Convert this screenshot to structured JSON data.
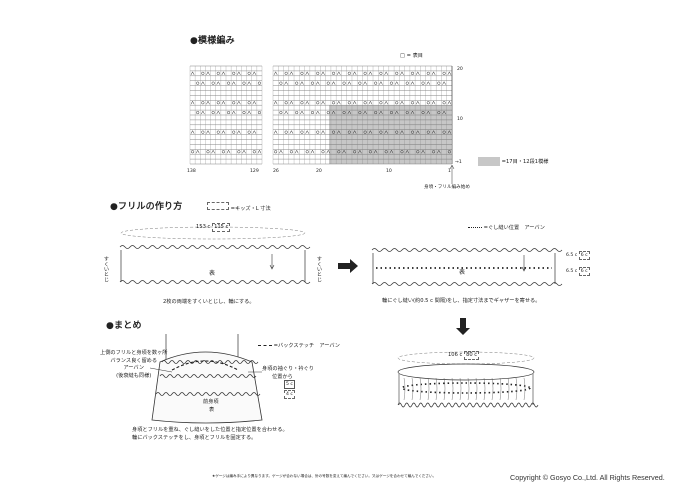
{
  "sections": {
    "pattern_title": "●模様編み",
    "frill_title": "●フリルの作り方",
    "finish_title": "●まとめ"
  },
  "chart": {
    "legend_box_symbol": "□",
    "legend_eq": "=",
    "legend_box_label": "表目",
    "legend_shaded_label": "=17目・12段1模様",
    "col_labels": [
      "138",
      "129",
      "26",
      "20",
      "10",
      "1"
    ],
    "row_labels": [
      "20",
      "10",
      "1"
    ],
    "start_arrow_label": "→1",
    "start_note": "身頃・フリル編み始め"
  },
  "frill": {
    "legend_size": "=キッズ・L 寸法",
    "left_dim_a": "153 c",
    "left_dim_b": "115 c",
    "left_label_side_l": "すくいとじ",
    "left_label_side_r": "すくいとじ",
    "left_face": "表",
    "left_caption": "2枚の両端をすくいとじし、輪にする。",
    "right_legend": "=ぐし縫い位置　アーバン",
    "right_face": "表",
    "right_dim_1": "6.5 c",
    "right_dim_1b": "6 c",
    "right_dim_2": "6.5 c",
    "right_dim_2b": "6 c",
    "right_caption": "輪にぐし縫い(約0.5 c 間隔)をし、指定寸法までギャザーを寄せる。",
    "gather_dim_a": "106 c",
    "gather_dim_b": "80 c"
  },
  "finish": {
    "legend": "=バックステッチ　アーバン",
    "note_left_1": "上側のフリルと身頃を数ヶ所",
    "note_left_2": "バランス良く留める",
    "note_left_3": "アーバン",
    "note_left_4": "(後衰縫も同様)",
    "note_right_1": "身頃の袖ぐり・衿ぐり",
    "note_right_2": "位置から",
    "dim_1": "5 c",
    "dim_2": "4 c",
    "body_label": "前身頃",
    "body_face": "表",
    "caption_1": "身頃とフリルを重ね、ぐし縫いをした位置と指定位置を合わせる。",
    "caption_2": "輪にバックステッチをし、身頃とフリルを固定する。"
  },
  "footer": {
    "gauge_note": "★ゲージは編み手により異なります。ゲージが合わない場合は、針の号数を変えて編んでください。又はゲージを合わせて編んでください。",
    "copyright": "Copyright © Gosyo Co.,Ltd. All Rights Reserved."
  }
}
